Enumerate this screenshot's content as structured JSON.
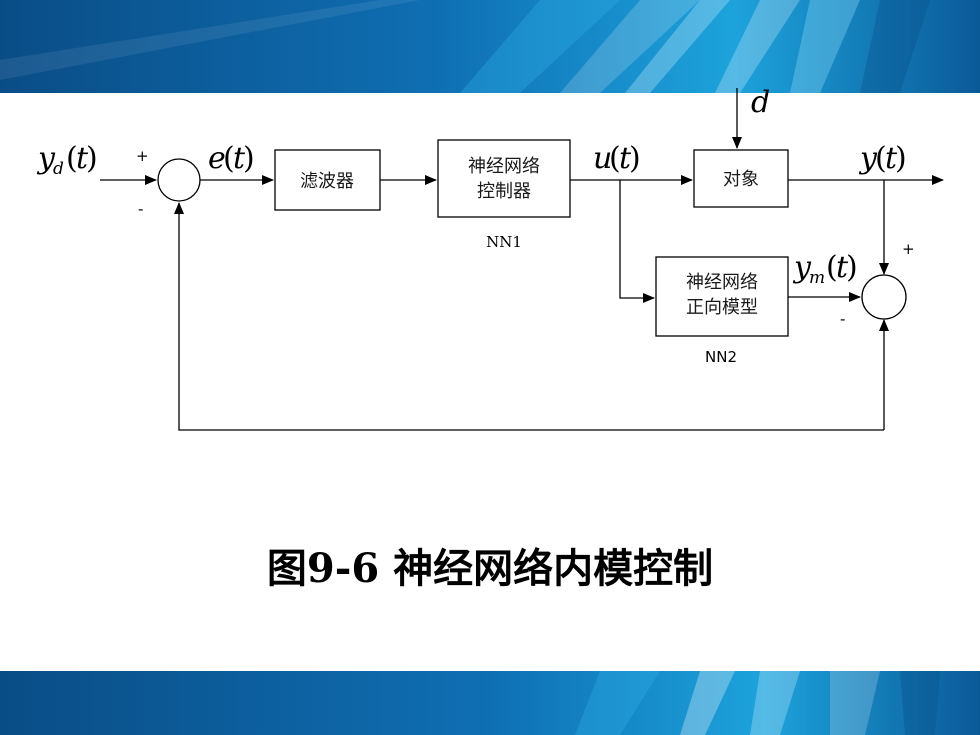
{
  "caption": "图9-6 神经网络内模控制",
  "blocks": {
    "filter": "滤波器",
    "controller_line1": "神经网络",
    "controller_line2": "控制器",
    "plant": "对象",
    "model_line1": "神经网络",
    "model_line2": "正向模型"
  },
  "block_tags": {
    "controller": "NN1",
    "model": "NN2"
  },
  "signals": {
    "reference": {
      "symbol": "y",
      "subscript": "d",
      "arg": "t"
    },
    "error": {
      "symbol": "e",
      "arg": "t"
    },
    "control": {
      "symbol": "u",
      "arg": "t"
    },
    "disturbance": {
      "symbol": "d"
    },
    "output": {
      "symbol": "y",
      "arg": "t"
    },
    "model_output": {
      "symbol": "y",
      "subscript": "m",
      "arg": "t"
    }
  },
  "signs": {
    "junction1_plus": "+",
    "junction1_minus": "-",
    "junction2_plus": "+",
    "junction2_minus": "-"
  },
  "colors": {
    "band_dark": "#0a4d86",
    "band_mid": "#0f7cc0",
    "band_light": "#35b6ea",
    "line": "#000000"
  }
}
